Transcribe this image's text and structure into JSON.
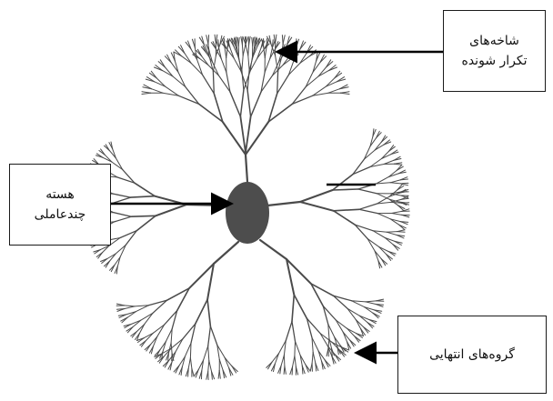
{
  "labels": {
    "repeating_branches": [
      "شاخه‌های",
      "تکرار شونده"
    ],
    "multifunctional_core": [
      "هسته",
      "چندعاملی"
    ],
    "terminal_groups": [
      "گروه‌های انتهایی"
    ]
  },
  "colors": {
    "line": "#4a4a4a",
    "core": "#4d4d4d",
    "arrow": "#000000"
  }
}
